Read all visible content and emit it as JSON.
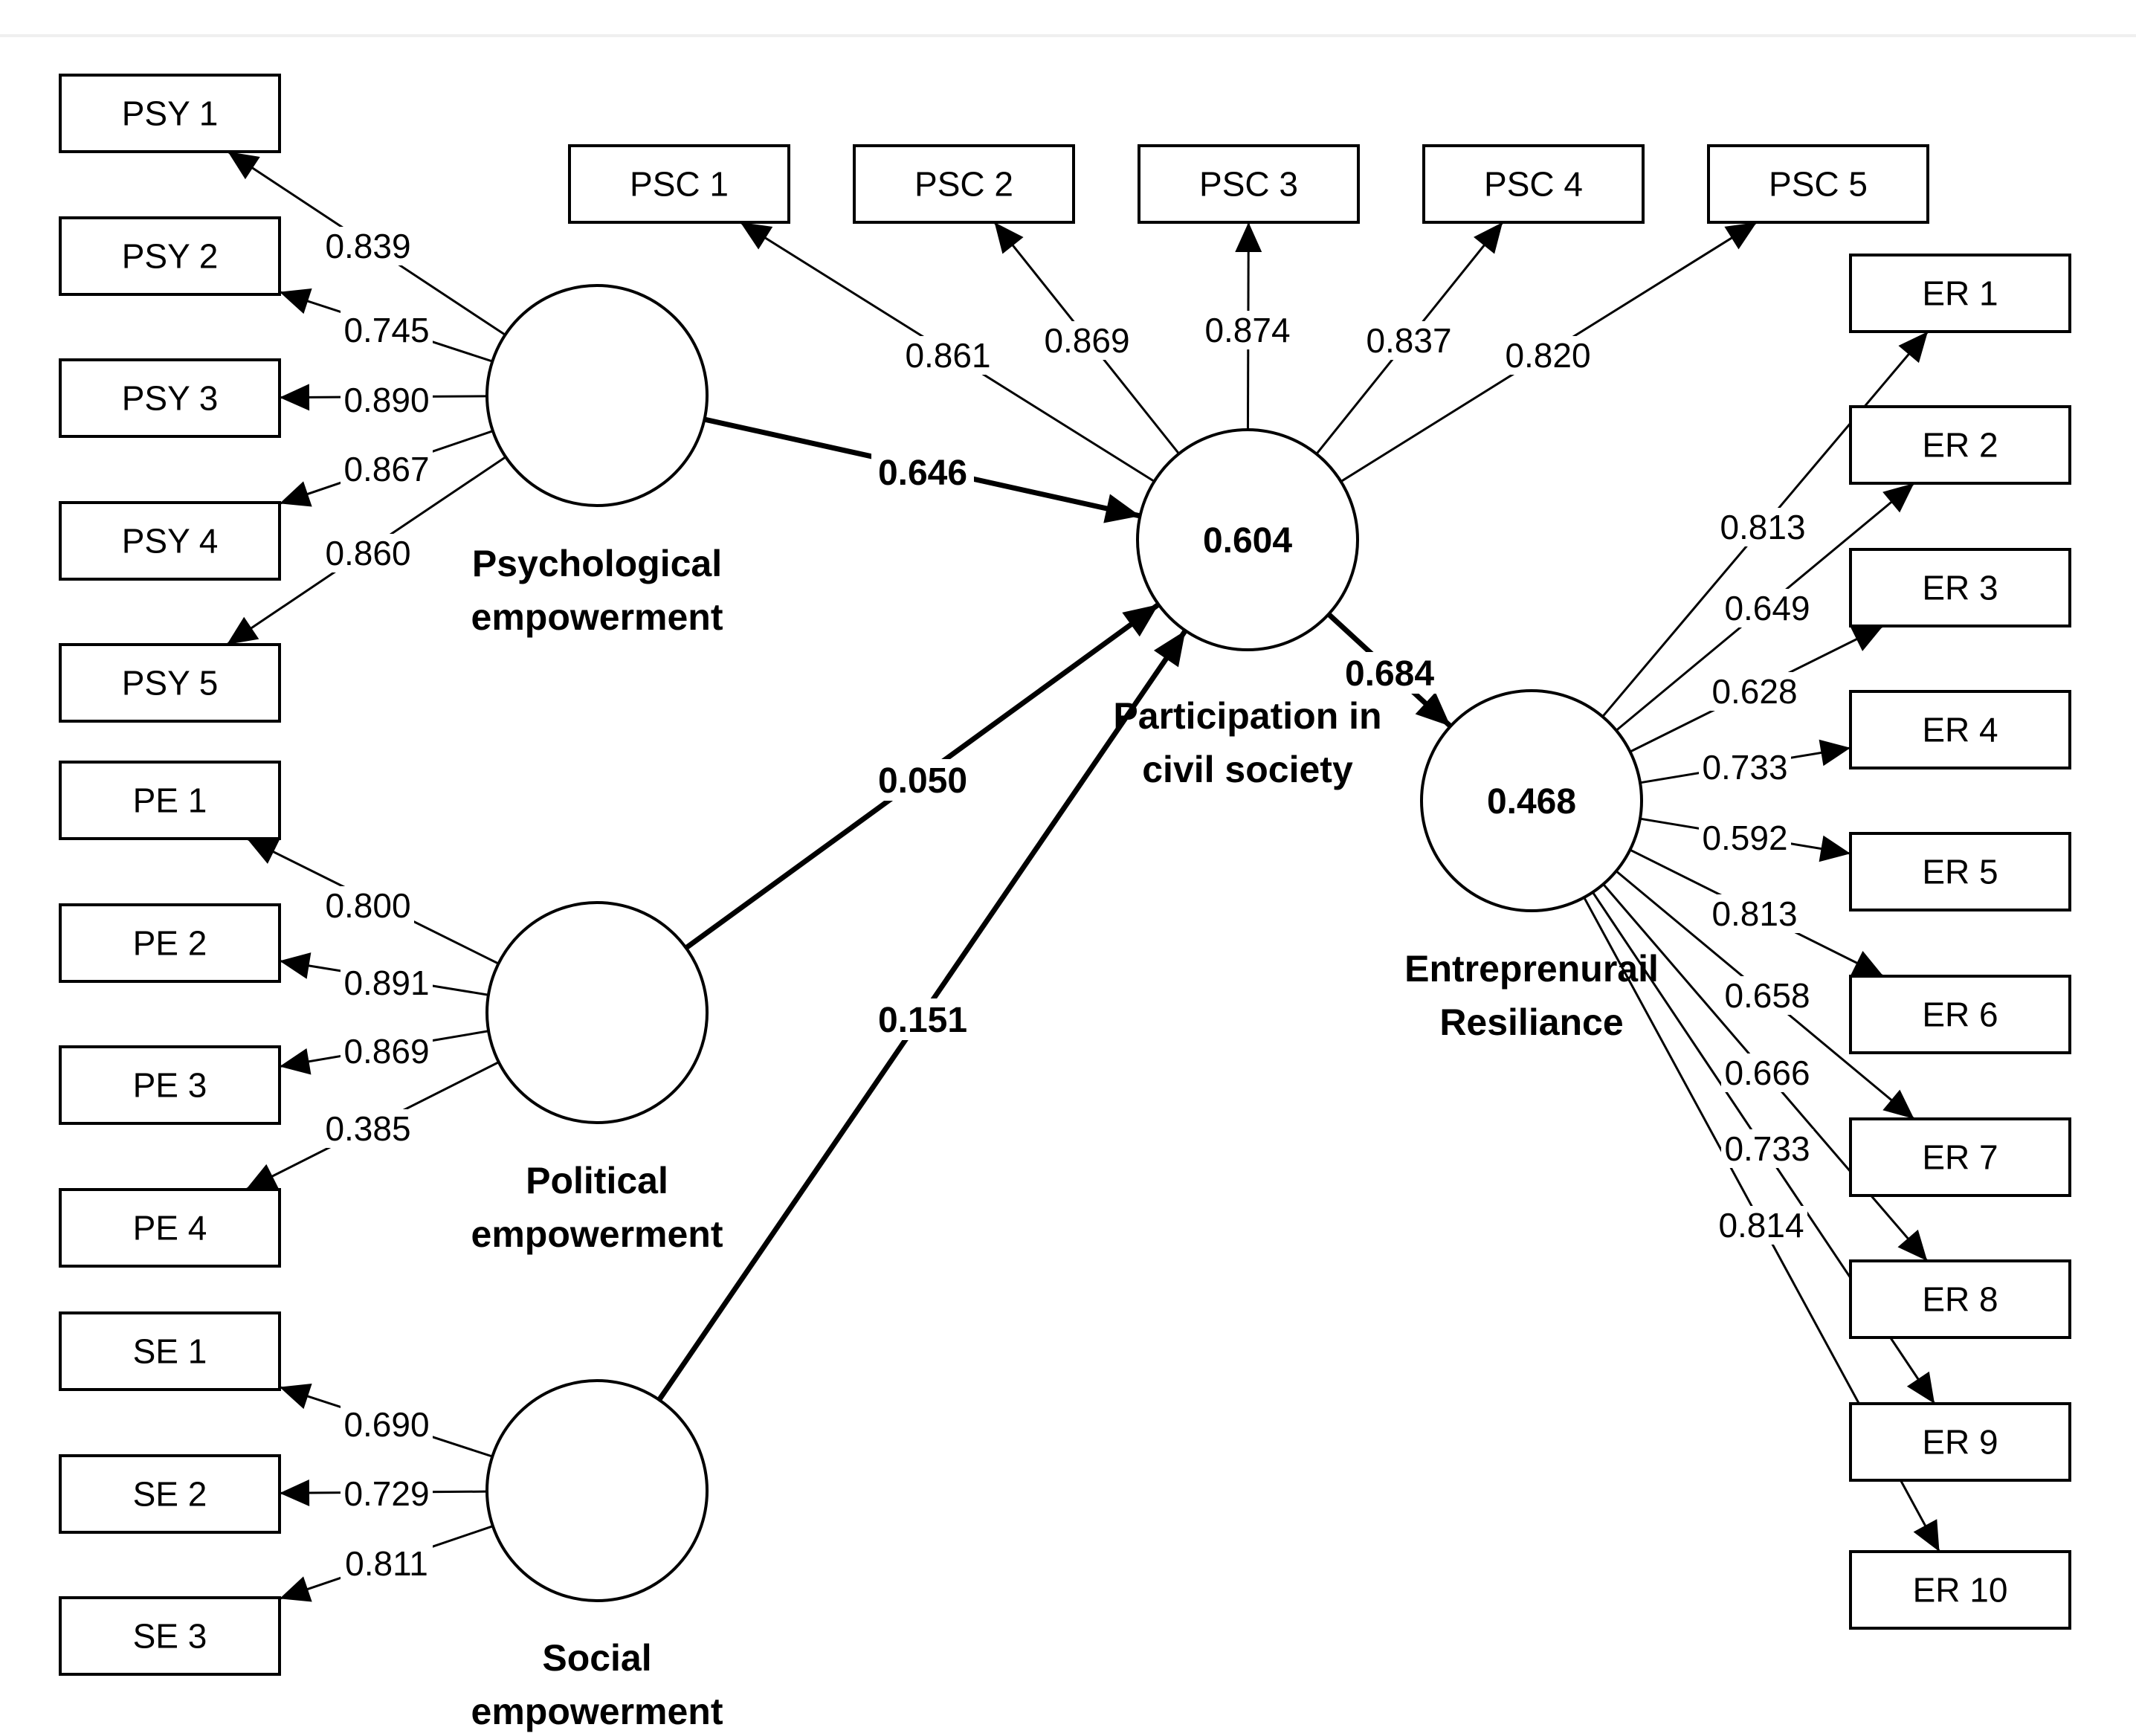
{
  "constructs": [
    {
      "id": "psy",
      "name_lines": [
        "Psychological",
        "empowerment"
      ],
      "r2": ""
    },
    {
      "id": "pe",
      "name_lines": [
        "Political",
        "empowerment"
      ],
      "r2": ""
    },
    {
      "id": "se",
      "name_lines": [
        "Social",
        "empowerment"
      ],
      "r2": ""
    },
    {
      "id": "psc",
      "name_lines": [
        "Participation in",
        "civil society"
      ],
      "r2": "0.604"
    },
    {
      "id": "er",
      "name_lines": [
        "Entreprenurail",
        "Resiliance"
      ],
      "r2": "0.468"
    }
  ],
  "indicators": [
    {
      "id": "psy1",
      "label": "PSY 1",
      "construct": "psy",
      "loading": "0.839"
    },
    {
      "id": "psy2",
      "label": "PSY 2",
      "construct": "psy",
      "loading": "0.745"
    },
    {
      "id": "psy3",
      "label": "PSY 3",
      "construct": "psy",
      "loading": "0.890"
    },
    {
      "id": "psy4",
      "label": "PSY 4",
      "construct": "psy",
      "loading": "0.867"
    },
    {
      "id": "psy5",
      "label": "PSY 5",
      "construct": "psy",
      "loading": "0.860"
    },
    {
      "id": "pe1",
      "label": "PE 1",
      "construct": "pe",
      "loading": "0.800"
    },
    {
      "id": "pe2",
      "label": "PE 2",
      "construct": "pe",
      "loading": "0.891"
    },
    {
      "id": "pe3",
      "label": "PE 3",
      "construct": "pe",
      "loading": "0.869"
    },
    {
      "id": "pe4",
      "label": "PE 4",
      "construct": "pe",
      "loading": "0.385"
    },
    {
      "id": "se1",
      "label": "SE 1",
      "construct": "se",
      "loading": "0.690"
    },
    {
      "id": "se2",
      "label": "SE 2",
      "construct": "se",
      "loading": "0.729"
    },
    {
      "id": "se3",
      "label": "SE 3",
      "construct": "se",
      "loading": "0.811"
    },
    {
      "id": "psc1",
      "label": "PSC 1",
      "construct": "psc",
      "loading": "0.861"
    },
    {
      "id": "psc2",
      "label": "PSC 2",
      "construct": "psc",
      "loading": "0.869"
    },
    {
      "id": "psc3",
      "label": "PSC 3",
      "construct": "psc",
      "loading": "0.874"
    },
    {
      "id": "psc4",
      "label": "PSC 4",
      "construct": "psc",
      "loading": "0.837"
    },
    {
      "id": "psc5",
      "label": "PSC 5",
      "construct": "psc",
      "loading": "0.820"
    },
    {
      "id": "er1",
      "label": "ER 1",
      "construct": "er",
      "loading": "0.813"
    },
    {
      "id": "er2",
      "label": "ER 2",
      "construct": "er",
      "loading": "0.649"
    },
    {
      "id": "er3",
      "label": "ER 3",
      "construct": "er",
      "loading": "0.628"
    },
    {
      "id": "er4",
      "label": "ER 4",
      "construct": "er",
      "loading": "0.733"
    },
    {
      "id": "er5",
      "label": "ER 5",
      "construct": "er",
      "loading": "0.592"
    },
    {
      "id": "er6",
      "label": "ER 6",
      "construct": "er",
      "loading": "0.813"
    },
    {
      "id": "er7",
      "label": "ER 7",
      "construct": "er",
      "loading": "0.658"
    },
    {
      "id": "er8",
      "label": "ER 8",
      "construct": "er",
      "loading": "0.666"
    },
    {
      "id": "er9",
      "label": "ER 9",
      "construct": "er",
      "loading": "0.733"
    },
    {
      "id": "er10",
      "label": "ER 10",
      "construct": "er",
      "loading": "0.814"
    }
  ],
  "paths": [
    {
      "id": "psy_psc",
      "from": "psy",
      "to": "psc",
      "coefficient": "0.646"
    },
    {
      "id": "pe_psc",
      "from": "pe",
      "to": "psc",
      "coefficient": "0.050"
    },
    {
      "id": "se_psc",
      "from": "se",
      "to": "psc",
      "coefficient": "0.151"
    },
    {
      "id": "psc_er",
      "from": "psc",
      "to": "er",
      "coefficient": "0.684"
    }
  ]
}
